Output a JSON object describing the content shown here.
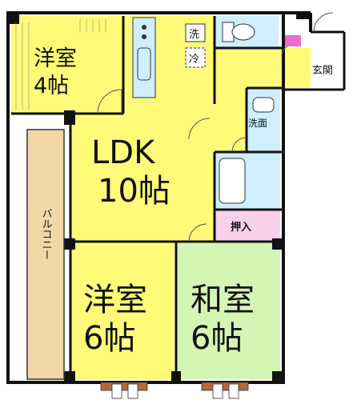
{
  "rooms": {
    "western_4": {
      "name": "洋室",
      "size": "4帖"
    },
    "ldk": {
      "name": "LDK",
      "size": "10帖"
    },
    "western_6": {
      "name": "洋室",
      "size": "6帖"
    },
    "japanese_6": {
      "name": "和室",
      "size": "6帖"
    },
    "storage": {
      "name": "押入"
    },
    "washroom": {
      "name": "洗面"
    },
    "entrance": {
      "name": "玄関"
    },
    "balcony": {
      "name": "バルコニー"
    },
    "washer": {
      "name": "洗"
    },
    "fridge": {
      "name": "冷"
    }
  },
  "colors": {
    "yellow": "#fffb78",
    "green": "#d4f5b4",
    "pink": "#fbd0ec",
    "blue": "#cfefff",
    "balcony": "#f3d8a6",
    "wall": "#111111",
    "door_brown": "#b06a3c"
  }
}
